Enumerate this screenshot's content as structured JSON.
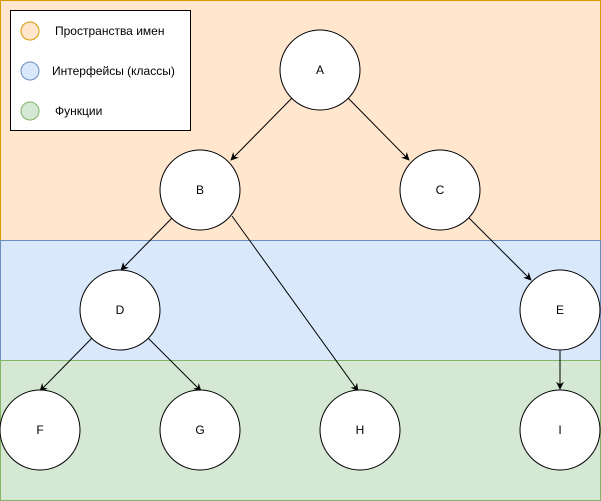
{
  "colors": {
    "namespaces_fill": "#ffe6cc",
    "namespaces_stroke": "#d79b00",
    "interfaces_fill": "#dae8fc",
    "interfaces_stroke": "#6c8ebf",
    "functions_fill": "#d5e8d4",
    "functions_stroke": "#82b366",
    "node_fill": "#ffffff",
    "node_stroke": "#000000",
    "edge": "#000000"
  },
  "legend": {
    "items": [
      {
        "key": "namespaces",
        "label": "Пространства имен"
      },
      {
        "key": "interfaces",
        "label": "Интерфейсы (классы)"
      },
      {
        "key": "functions",
        "label": "Функции"
      }
    ]
  },
  "bands": [
    {
      "key": "namespaces"
    },
    {
      "key": "interfaces"
    },
    {
      "key": "functions"
    }
  ],
  "nodes": [
    {
      "id": "A",
      "label": "A"
    },
    {
      "id": "B",
      "label": "B"
    },
    {
      "id": "C",
      "label": "C"
    },
    {
      "id": "D",
      "label": "D"
    },
    {
      "id": "E",
      "label": "E"
    },
    {
      "id": "F",
      "label": "F"
    },
    {
      "id": "G",
      "label": "G"
    },
    {
      "id": "H",
      "label": "H"
    },
    {
      "id": "I",
      "label": "I"
    }
  ],
  "edges": [
    {
      "from": "A",
      "to": "B"
    },
    {
      "from": "A",
      "to": "C"
    },
    {
      "from": "B",
      "to": "D"
    },
    {
      "from": "B",
      "to": "H"
    },
    {
      "from": "C",
      "to": "E"
    },
    {
      "from": "D",
      "to": "F"
    },
    {
      "from": "D",
      "to": "G"
    },
    {
      "from": "E",
      "to": "I"
    }
  ]
}
